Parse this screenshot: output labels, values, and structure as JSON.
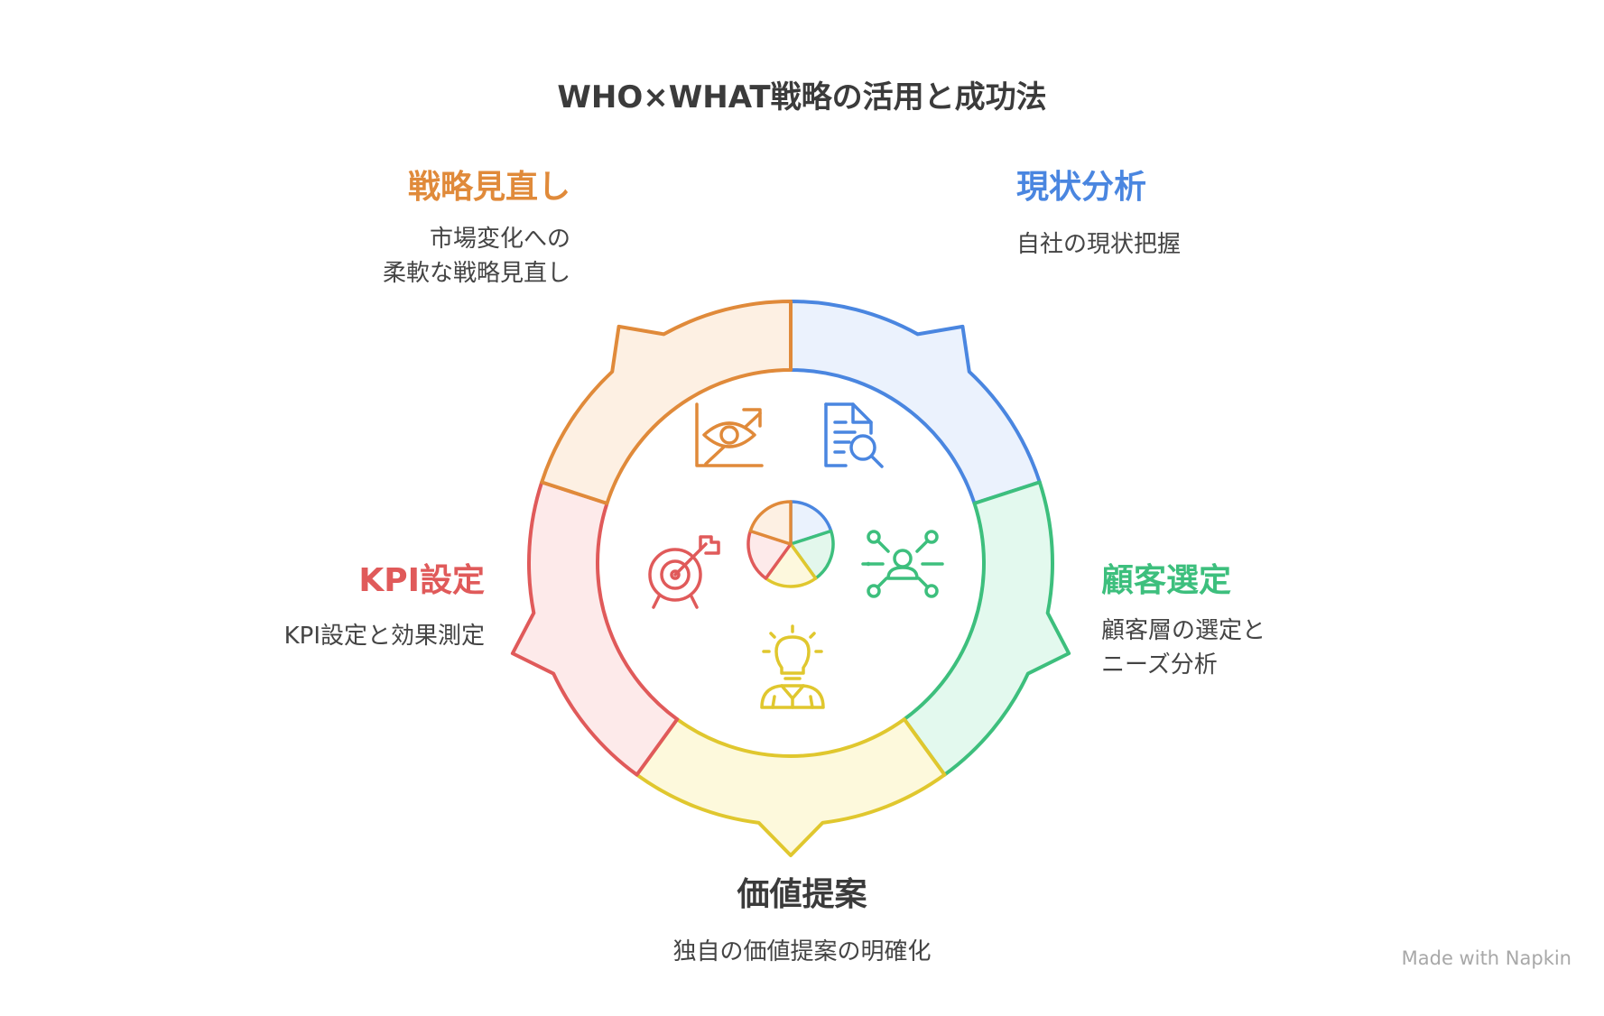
{
  "title": "WHO×WHAT戦略の活用と成功法",
  "colors": {
    "analysis": "#4a86e0",
    "segment": "#3dbf7d",
    "value": "#e0c72e",
    "kpi": "#e05a5a",
    "review": "#e08a3a"
  },
  "steps": [
    {
      "key": "analysis",
      "title": "現状分析",
      "desc": [
        "自社の現状把握"
      ],
      "icon": "document-search-icon"
    },
    {
      "key": "segment",
      "title": "顧客選定",
      "desc": [
        "顧客層の選定と",
        "ニーズ分析"
      ],
      "icon": "network-person-icon"
    },
    {
      "key": "value",
      "title": "価値提案",
      "desc": [
        "独自の価値提案の明確化"
      ],
      "icon": "lightbulb-person-icon"
    },
    {
      "key": "kpi",
      "title": "KPI設定",
      "desc": [
        "KPI設定と効果測定"
      ],
      "icon": "target-arrow-icon"
    },
    {
      "key": "review",
      "title": "戦略見直し",
      "desc": [
        "市場変化への",
        "柔軟な戦略見直し"
      ],
      "icon": "eye-chart-icon"
    }
  ],
  "center_icon": "pie-chart-icon",
  "watermark": "Made with Napkin"
}
